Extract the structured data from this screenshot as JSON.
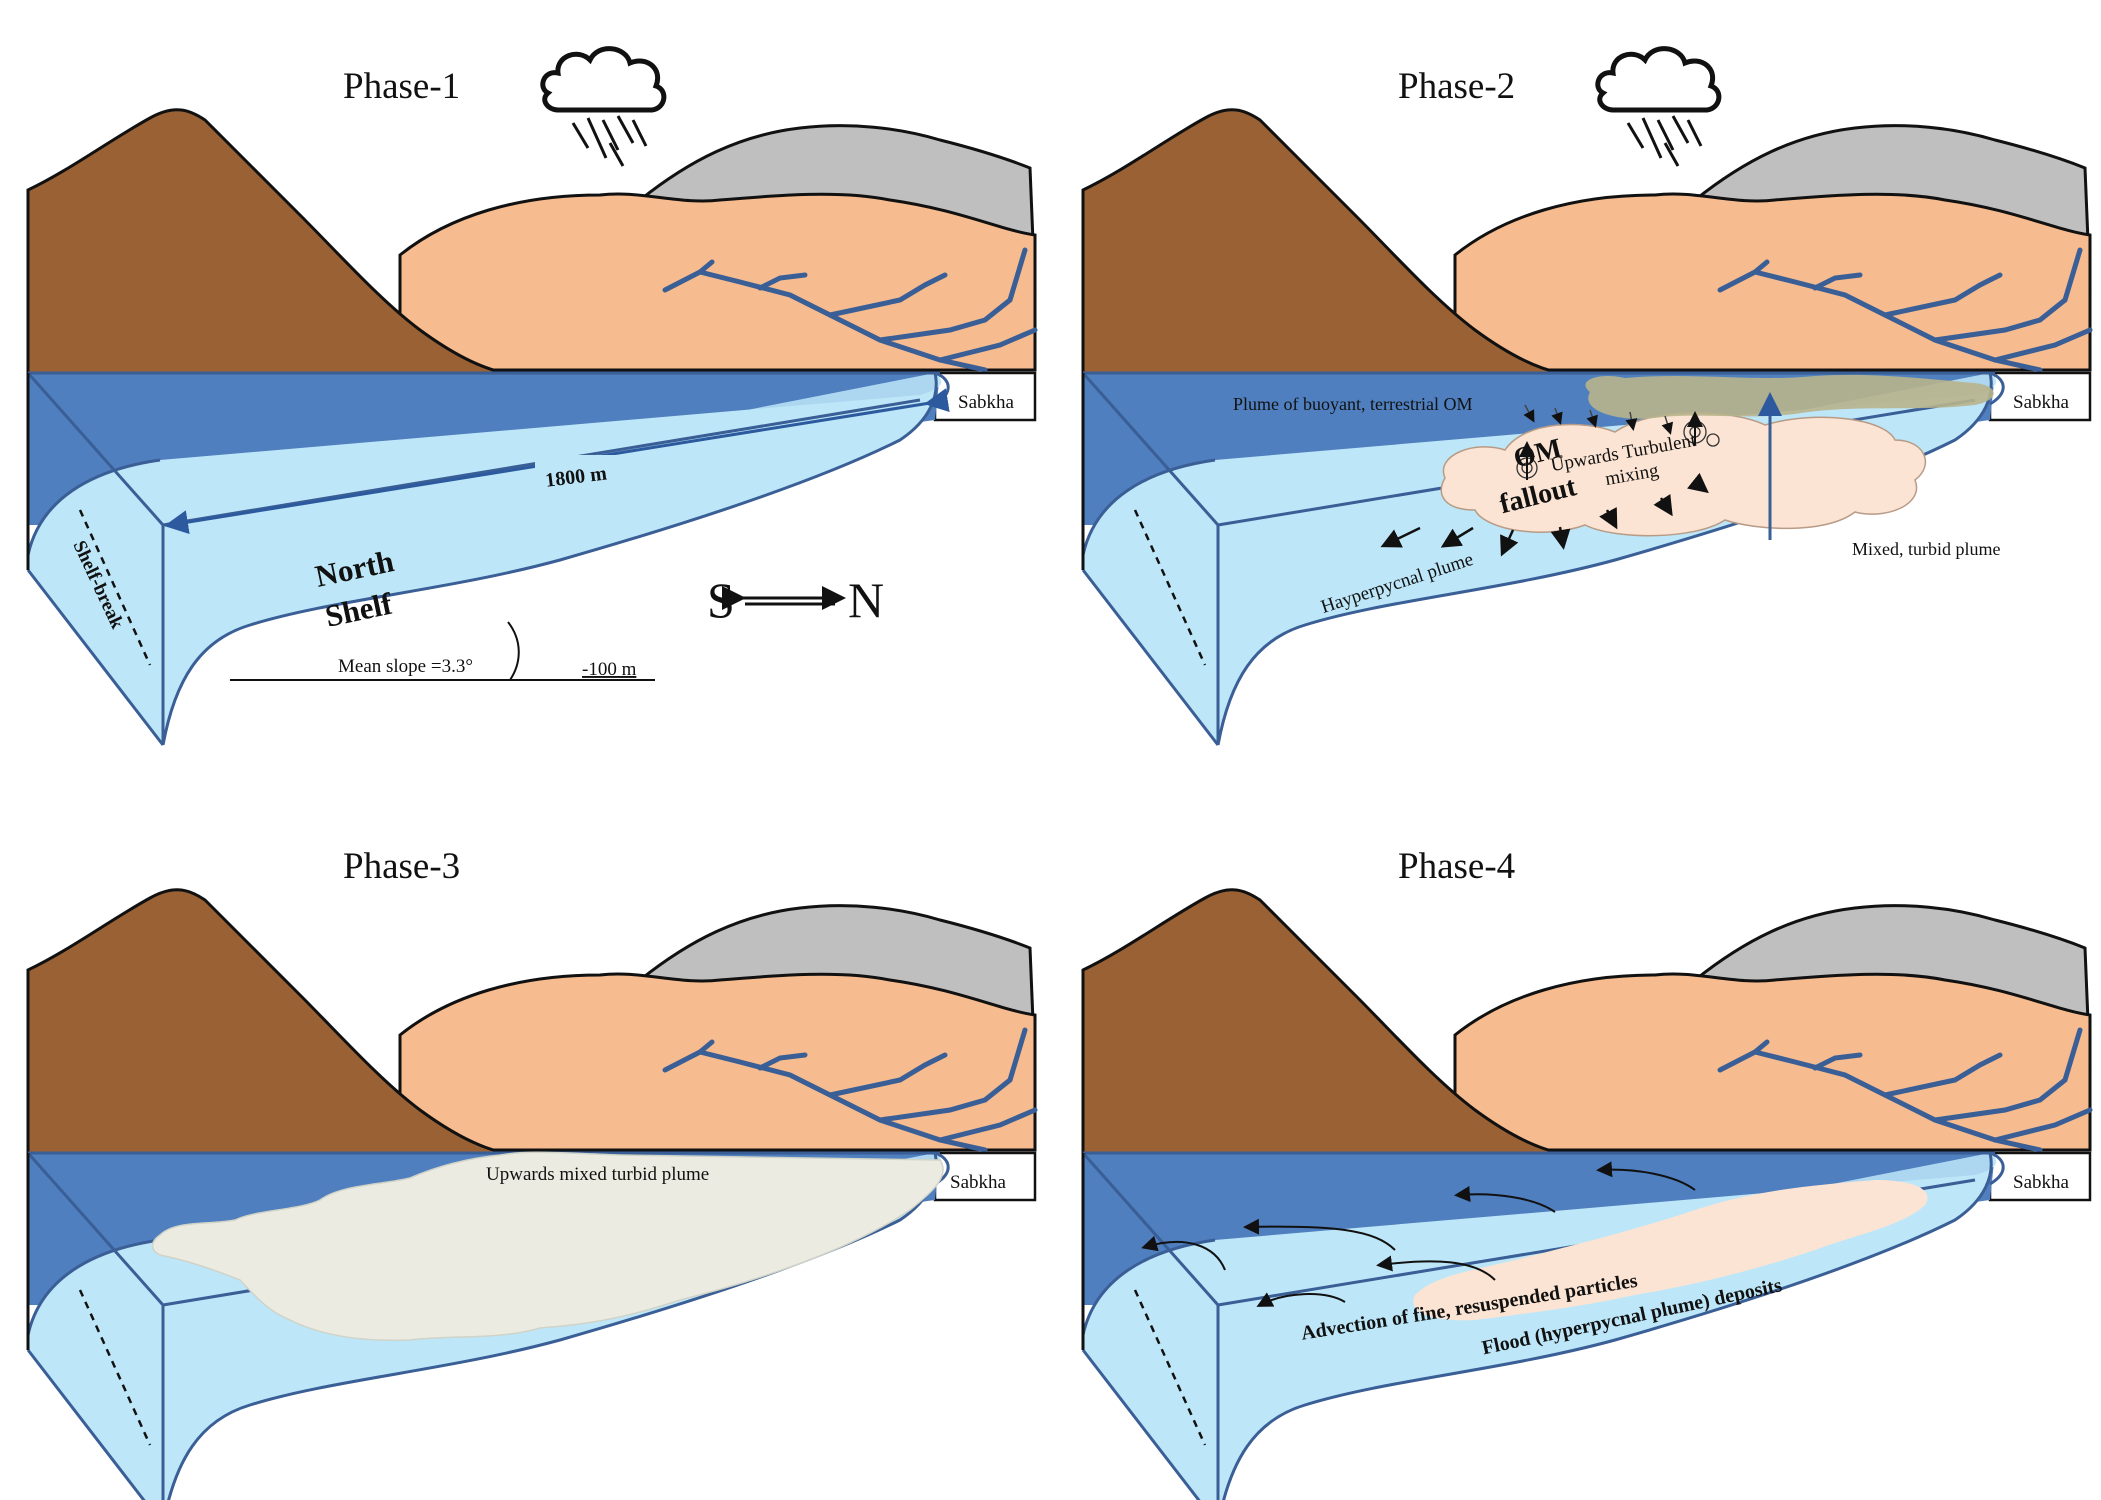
{
  "panels": [
    {
      "title": "Phase-1",
      "has_cloud": true,
      "sabkha": "Sabkha"
    },
    {
      "title": "Phase-2",
      "has_cloud": true,
      "sabkha": "Sabkha"
    },
    {
      "title": "Phase-3",
      "has_cloud": false,
      "sabkha": "Sabkha"
    },
    {
      "title": "Phase-4",
      "has_cloud": false,
      "sabkha": "Sabkha"
    }
  ],
  "phase1": {
    "distance": "1800 m",
    "north_shelf_line1": "North",
    "north_shelf_line2": "Shelf",
    "shelf_break": "Shelf-break",
    "mean_slope": "Mean slope =3.3°",
    "depth": "-100 m",
    "dir_s": "S",
    "dir_n": "N"
  },
  "phase2": {
    "buoyant_plume": "Plume of buoyant, terrestrial OM",
    "om_line1": "OM",
    "om_line2": "fallout",
    "turbulent_line1": "Upwards Turbulent",
    "turbulent_line2": "mixing",
    "hyperpycnal": "Hayperpycnal plume",
    "mixed_plume": "Mixed, turbid plume"
  },
  "phase3": {
    "mixed_plume": "Upwards mixed turbid plume"
  },
  "phase4": {
    "advection": "Advection of fine, resuspended particles",
    "flood": "Flood (hyperpycnal plume) deposits"
  },
  "colors": {
    "brown_mountain": "#9a6234",
    "tan_mountain": "#f6bb8e",
    "grey_mountain": "#bfbfbf",
    "deep_water": "#4f7fbf",
    "light_water": "#bde6f8",
    "plume_grey": "#ecebe2",
    "plume_pink": "#fbe4d3",
    "om_plume": "#b8b48c",
    "outline": "#3a5e96"
  }
}
